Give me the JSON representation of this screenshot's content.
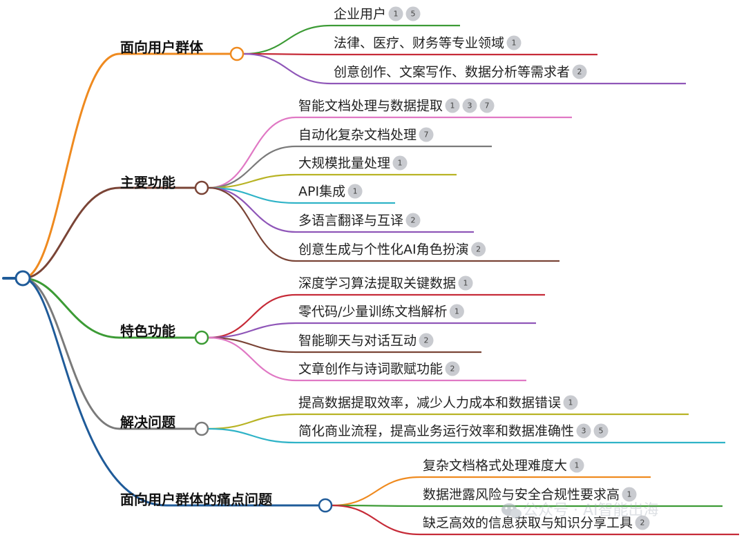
{
  "colors": {
    "root": "#1f5b99",
    "badge_fill": "#c9cbd0",
    "badge_text": "#444444",
    "node_fill": "#ffffff"
  },
  "mindmap": {
    "branches": [
      {
        "label": "面向用户群体",
        "color": "#ef8a1f",
        "leaves": [
          {
            "text": "企业用户",
            "refs": [
              "1",
              "5"
            ],
            "color": "#3c9b35"
          },
          {
            "text": "法律、医疗、财务等专业领域",
            "refs": [
              "1"
            ],
            "color": "#c62b38"
          },
          {
            "text": "创意创作、文案写作、数据分析等需求者",
            "refs": [
              "2"
            ],
            "color": "#8f56b8"
          }
        ]
      },
      {
        "label": "主要功能",
        "color": "#7a4436",
        "leaves": [
          {
            "text": "智能文档处理与数据提取",
            "refs": [
              "1",
              "3",
              "7"
            ],
            "color": "#e078c4"
          },
          {
            "text": "自动化复杂文档处理",
            "refs": [
              "7"
            ],
            "color": "#7a7a7a"
          },
          {
            "text": "大规模批量处理",
            "refs": [
              "1"
            ],
            "color": "#b8b324"
          },
          {
            "text": "API集成",
            "refs": [
              "1"
            ],
            "color": "#2fb3c7"
          },
          {
            "text": "多语言翻译与互译",
            "refs": [
              "2"
            ],
            "color": "#8f56b8"
          },
          {
            "text": "创意生成与个性化AI角色扮演",
            "refs": [
              "2"
            ],
            "color": "#7a4436"
          }
        ]
      },
      {
        "label": "特色功能",
        "color": "#3c9b35",
        "leaves": [
          {
            "text": "深度学习算法提取关键数据",
            "refs": [
              "1"
            ],
            "color": "#c62b38"
          },
          {
            "text": "零代码/少量训练文档解析",
            "refs": [
              "1"
            ],
            "color": "#8f56b8"
          },
          {
            "text": "智能聊天与对话互动",
            "refs": [
              "2"
            ],
            "color": "#7a4436"
          },
          {
            "text": "文章创作与诗词歌赋功能",
            "refs": [
              "2"
            ],
            "color": "#e078c4"
          }
        ]
      },
      {
        "label": "解决问题",
        "color": "#7a7a7a",
        "leaves": [
          {
            "text": "提高数据提取效率，减少人力成本和数据错误",
            "refs": [
              "1"
            ],
            "color": "#b8b324"
          },
          {
            "text": "简化商业流程，提高业务运行效率和数据准确性",
            "refs": [
              "3",
              "5"
            ],
            "color": "#2fb3c7"
          }
        ]
      },
      {
        "label": "面向用户群体的痛点问题",
        "color": "#1f5b99",
        "leaves": [
          {
            "text": "复杂文档格式处理难度大",
            "refs": [
              "1"
            ],
            "color": "#ef8a1f"
          },
          {
            "text": "数据泄露风险与安全合规性要求高",
            "refs": [
              "1"
            ],
            "color": "#3c9b35"
          },
          {
            "text": "缺乏高效的信息获取与知识分享工具",
            "refs": [
              "2"
            ],
            "color": "#c62b38"
          }
        ]
      }
    ]
  },
  "watermark": {
    "text": "公众号 · AI智能出海",
    "icon": "wechat-icon"
  }
}
